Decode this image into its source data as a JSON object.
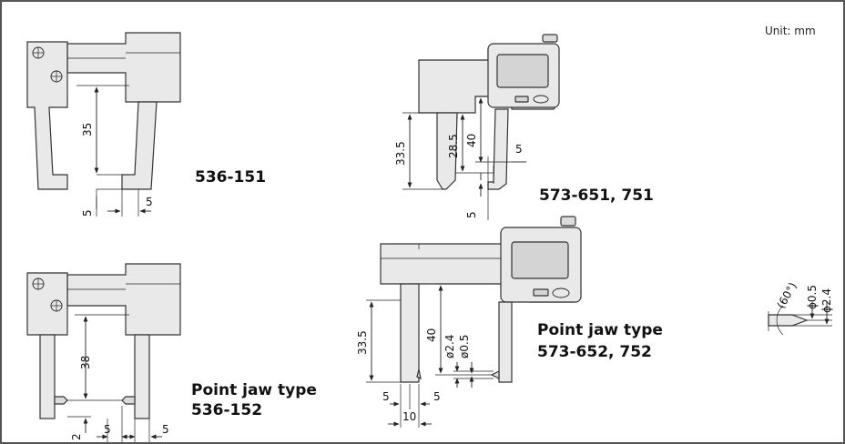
{
  "unit_label": "Unit: mm",
  "models": {
    "m536_151": "536-151",
    "m536_152_title": "Point jaw type",
    "m536_152": "536-152",
    "m573_651": "573-651, 751",
    "m573_652_title": "Point jaw type",
    "m573_652": "573-652, 752"
  },
  "dims": {
    "d35": "35",
    "d5a": "5",
    "d5b": "5",
    "d38": "38",
    "d2": "2",
    "d5c": "5",
    "d5d": "5",
    "d33_5a": "33.5",
    "d28_5": "28.5",
    "d40a": "40",
    "d5e": "5",
    "d5f": "5",
    "d33_5b": "33.5",
    "d40b": "40",
    "dphi2_4a": "ø2.4",
    "dphi0_5a": "ø0.5",
    "d5g": "5",
    "d5h": "5",
    "d10": "10",
    "d60": "(60°)",
    "dphi0_5b": "ϕ0.5",
    "dphi2_4b": "ϕ2.4"
  }
}
